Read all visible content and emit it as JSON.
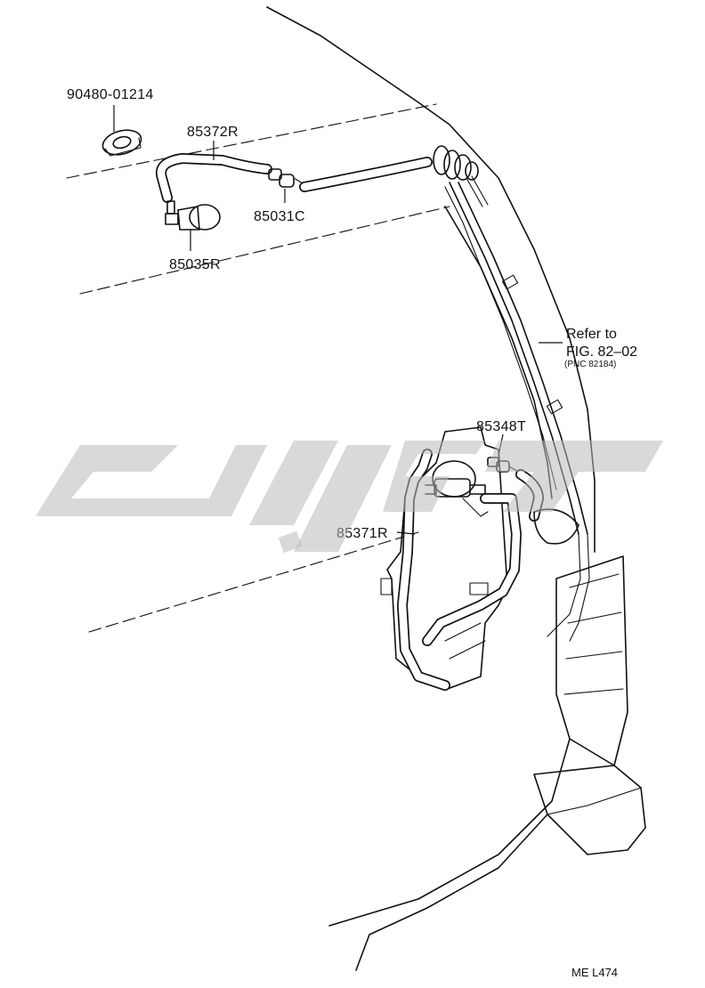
{
  "diagram": {
    "parts": [
      {
        "id": "grommet",
        "number": "90480-01214"
      },
      {
        "id": "hose_upper",
        "number": "85372R"
      },
      {
        "id": "joint",
        "number": "85031C"
      },
      {
        "id": "nozzle",
        "number": "85035R"
      },
      {
        "id": "pump_joint",
        "number": "85348T"
      },
      {
        "id": "hose_lower",
        "number": "85371R"
      }
    ],
    "reference": {
      "line1": "Refer to",
      "line2": "FIG. 82–02",
      "line3": "(PNC 82184)"
    },
    "drawing_code": "ME L474"
  },
  "colors": {
    "ink": "#111111",
    "paper": "#ffffff",
    "watermark": "#b9b9b9"
  }
}
